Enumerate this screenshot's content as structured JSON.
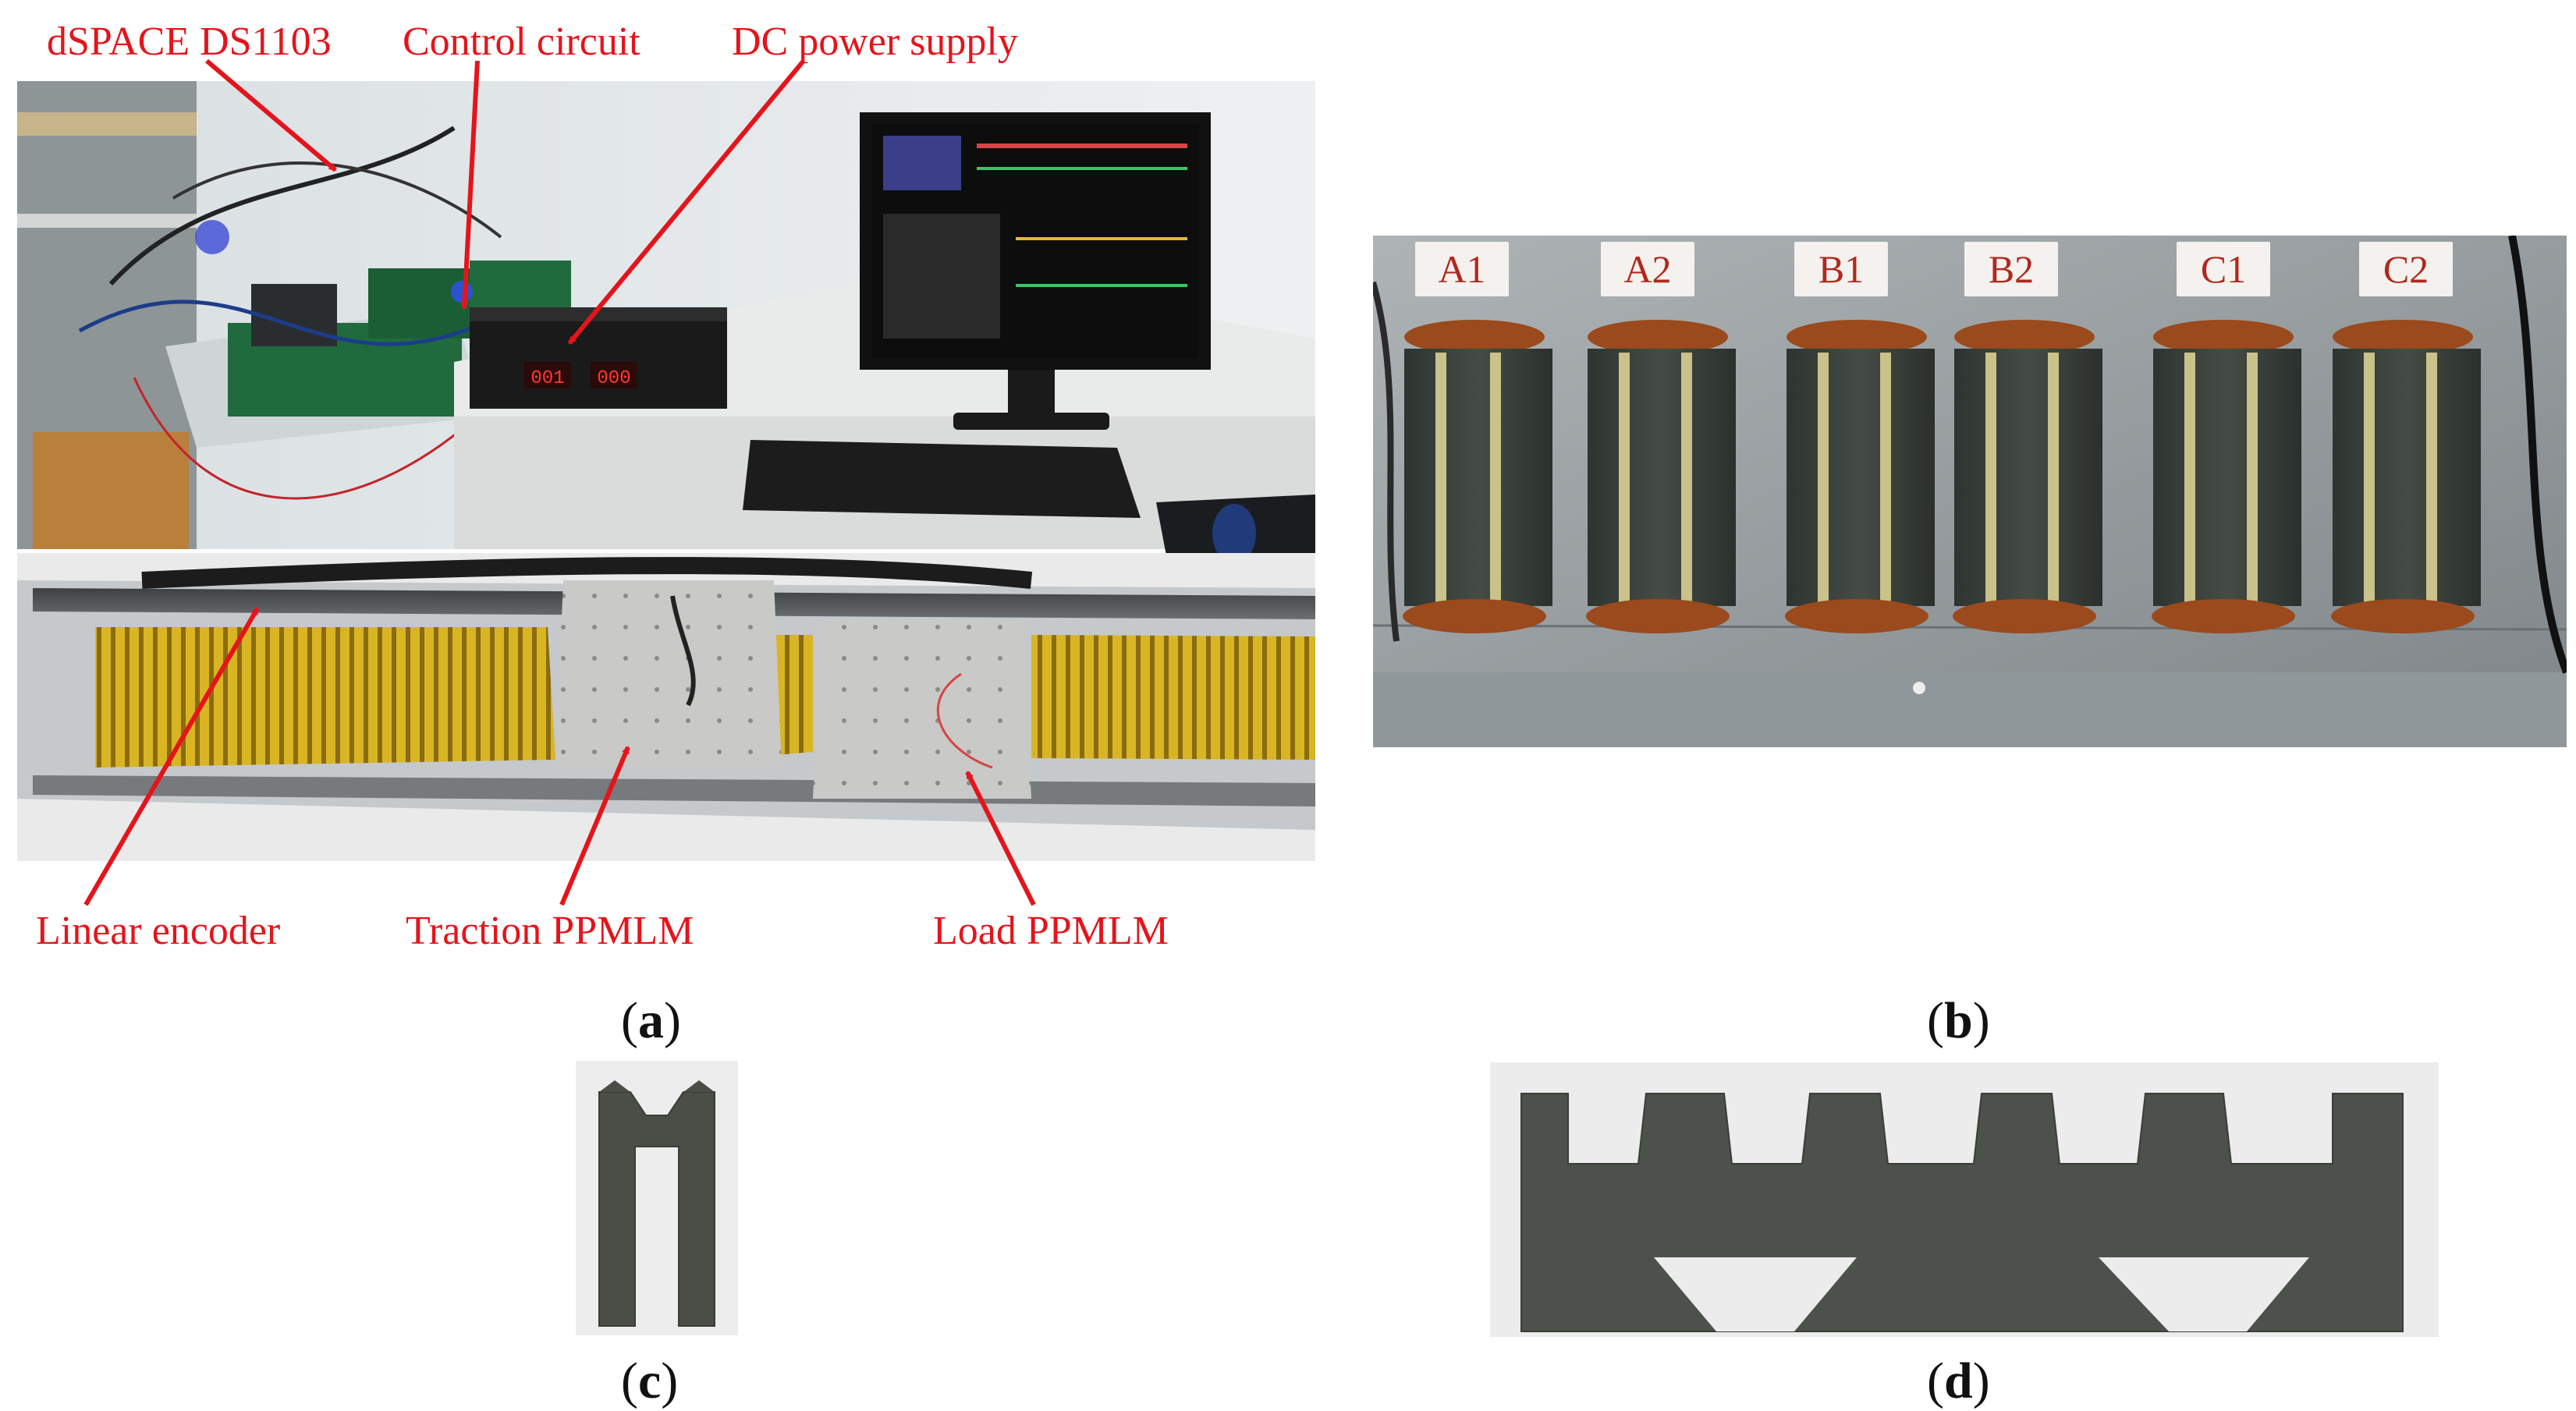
{
  "panel_a": {
    "callouts": {
      "dspace": "dSPACE DS1103",
      "control": "Control circuit",
      "dc_supply": "DC power supply",
      "encoder": "Linear encoder",
      "traction": "Traction PPMLM",
      "load": "Load PPMLM"
    },
    "psu_display_left": "001",
    "psu_display_right": "000"
  },
  "panel_b": {
    "coil_labels": [
      "A1",
      "A2",
      "B1",
      "B2",
      "C1",
      "C2"
    ]
  },
  "captions": {
    "a": "a",
    "b": "b",
    "c": "c",
    "d": "d"
  },
  "colors": {
    "callout_red": "#e5141b",
    "caption_text": "#111111"
  }
}
